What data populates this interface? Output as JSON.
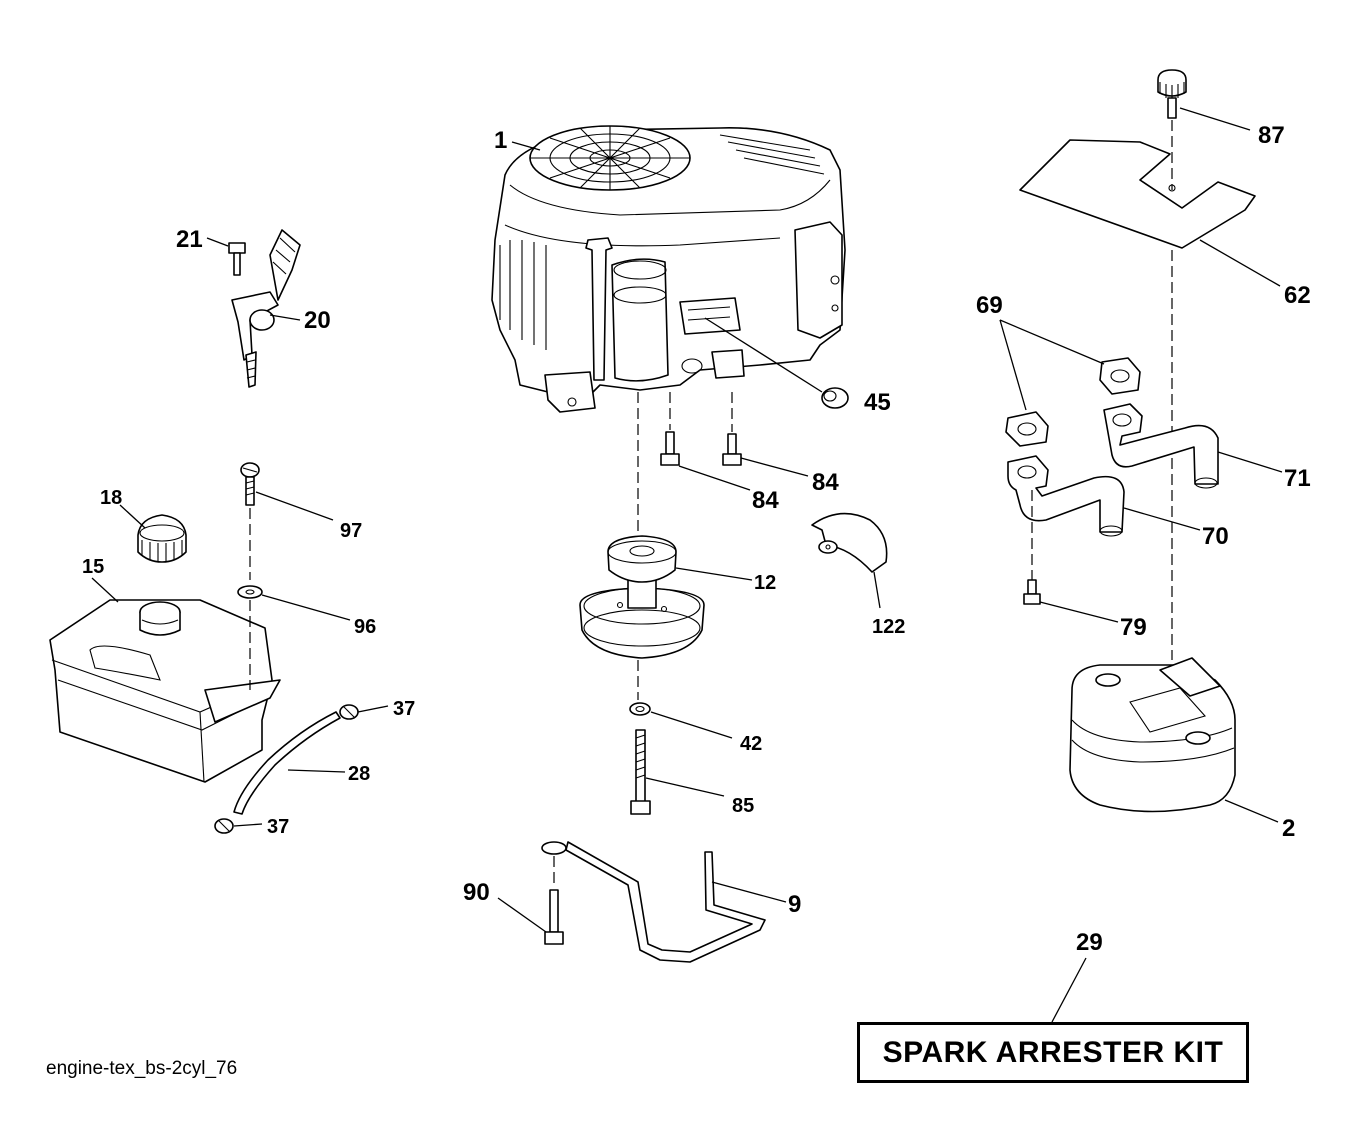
{
  "diagram": {
    "caption": "engine-tex_bs-2cyl_76",
    "kit_label": "SPARK ARRESTER KIT",
    "callouts": {
      "engine": "1",
      "muffler": "2",
      "shield_rod": "9",
      "pulley": "12",
      "fuel_tank": "15",
      "fuel_cap": "18",
      "throttle_control": "20",
      "throttle_screw": "21",
      "fuel_line": "28",
      "spark_arrester_kit": "29",
      "hose_clamp_top": "37",
      "hose_clamp_bottom": "37",
      "pulley_washer": "42",
      "oil_drain_cap": "45",
      "mount_bolt_right": "84",
      "mount_bolt_left": "84",
      "pulley_bolt": "85",
      "tank_washer": "96",
      "tank_screw": "97",
      "heat_shield": "62",
      "exhaust_gaskets": "69",
      "exhaust_pipe_left": "70",
      "exhaust_pipe_right": "71",
      "muffler_bolt": "79",
      "shield_knob": "87",
      "rod_bolt": "90",
      "belt_guide": "122"
    }
  }
}
